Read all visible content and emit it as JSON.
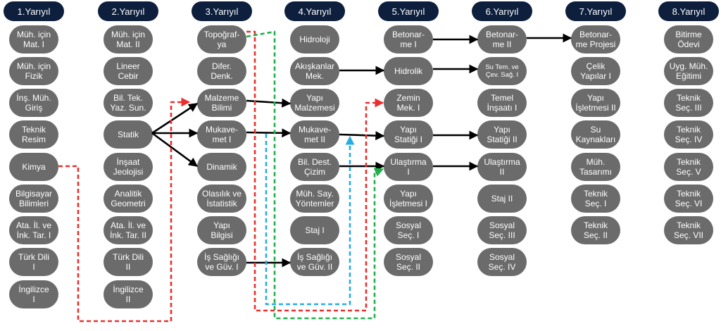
{
  "semesters": [
    {
      "title": "1.Yarıyıl",
      "courses": [
        {
          "label": "Müh. için\nMat. I",
          "row": 0
        },
        {
          "label": "Müh. için\nFizik",
          "row": 1
        },
        {
          "label": "İnş. Müh.\nGiriş",
          "row": 2
        },
        {
          "label": "Teknik\nResim",
          "row": 3
        },
        {
          "label": "Kimya",
          "row": 4
        },
        {
          "label": "Bilgisayar\nBilimleri",
          "row": 5
        },
        {
          "label": "Ata. İl. ve\nİnk. Tar. I",
          "row": 6
        },
        {
          "label": "Türk Dili\nI",
          "row": 7
        },
        {
          "label": "İngilizce\nI",
          "row": 8
        }
      ]
    },
    {
      "title": "2.Yarıyıl",
      "courses": [
        {
          "label": "Müh. için\nMat. II",
          "row": 0
        },
        {
          "label": "Lineer\nCebir",
          "row": 1
        },
        {
          "label": "Bil. Tek.\nYaz. Sun.",
          "row": 2
        },
        {
          "label": "Statik",
          "row": 3
        },
        {
          "label": "İnşaat\nJeolojisi",
          "row": 4
        },
        {
          "label": "Analitik\nGeometri",
          "row": 5
        },
        {
          "label": "Ata. İl. ve\nİnk. Tar. II",
          "row": 6
        },
        {
          "label": "Türk Dili\nII",
          "row": 7
        },
        {
          "label": "İngilizce\nII",
          "row": 8
        }
      ]
    },
    {
      "title": "3.Yarıyıl",
      "courses": [
        {
          "label": "Topoğraf-\nya",
          "row": 0
        },
        {
          "label": "Difer.\nDenk.",
          "row": 1
        },
        {
          "label": "Malzeme\nBilimi",
          "row": 2
        },
        {
          "label": "Mukave-\nmet I",
          "row": 3
        },
        {
          "label": "Dinamik",
          "row": 4
        },
        {
          "label": "Olasılık ve\nİstatistik",
          "row": 5
        },
        {
          "label": "Yapı\nBilgisi",
          "row": 6
        },
        {
          "label": "İş Sağlığı\nve Güv. I",
          "row": 7
        }
      ]
    },
    {
      "title": "4.Yarıyıl",
      "courses": [
        {
          "label": "Hidroloji",
          "row": 0
        },
        {
          "label": "Akışkanlar\nMek.",
          "row": 1
        },
        {
          "label": "Yapı\nMalzemesi",
          "row": 2
        },
        {
          "label": "Mukave-\nmet II",
          "row": 3
        },
        {
          "label": "Bil. Dest.\nÇizim",
          "row": 4
        },
        {
          "label": "Müh. Say.\nYöntemler",
          "row": 5
        },
        {
          "label": "Staj I",
          "row": 6
        },
        {
          "label": "İş Sağlığı\nve Güv. II",
          "row": 7
        }
      ]
    },
    {
      "title": "5.Yarıyıl",
      "courses": [
        {
          "label": "Betonar-\nme I",
          "row": 0
        },
        {
          "label": "Hidrolik",
          "row": 1
        },
        {
          "label": "Zemin\nMek. I",
          "row": 2
        },
        {
          "label": "Yapı\nStatiği I",
          "row": 3
        },
        {
          "label": "Ulaştırma\nI",
          "row": 4
        },
        {
          "label": "Yapı\nİşletmesi I",
          "row": 5
        },
        {
          "label": "Sosyal\nSeç. I",
          "row": 6
        },
        {
          "label": "Sosyal\nSeç. II",
          "row": 7
        }
      ]
    },
    {
      "title": "6.Yarıyıl",
      "courses": [
        {
          "label": "Betonar-\nme II",
          "row": 0
        },
        {
          "label": "Su Tem. ve\nÇev. Sağ. I",
          "row": 1,
          "small": true
        },
        {
          "label": "Temel\nİnşaatı I",
          "row": 2
        },
        {
          "label": "Yapı\nStatiği II",
          "row": 3
        },
        {
          "label": "Ulaştırma\nII",
          "row": 4
        },
        {
          "label": "Staj II",
          "row": 5
        },
        {
          "label": "Sosyal\nSeç. III",
          "row": 6
        },
        {
          "label": "Sosyal\nSeç. IV",
          "row": 7
        }
      ]
    },
    {
      "title": "7.Yarıyıl",
      "courses": [
        {
          "label": "Betonar-\nme Projesi",
          "row": 0
        },
        {
          "label": "Çelik\nYapılar I",
          "row": 1
        },
        {
          "label": "Yapı\nİşletmesi II",
          "row": 2
        },
        {
          "label": "Su\nKaynakları",
          "row": 3
        },
        {
          "label": "Müh.\nTasarımı",
          "row": 4
        },
        {
          "label": "Teknik\nSeç. I",
          "row": 5
        },
        {
          "label": "Teknik\nSeç. II",
          "row": 6
        }
      ]
    },
    {
      "title": "8.Yarıyıl",
      "courses": [
        {
          "label": "Bitirme\nÖdevi",
          "row": 0
        },
        {
          "label": "Uyg. Müh.\nEğitimi",
          "row": 1
        },
        {
          "label": "Teknik\nSeç. III",
          "row": 2
        },
        {
          "label": "Teknik\nSeç. IV",
          "row": 3
        },
        {
          "label": "Teknik\nSeç. V",
          "row": 4
        },
        {
          "label": "Teknik\nSeç. VI",
          "row": 5
        },
        {
          "label": "Teknik\nSeç. VII",
          "row": 6
        }
      ]
    }
  ],
  "prerequisites": [
    {
      "from": "Statik",
      "to": "Malzeme Bilimi",
      "style": "solid"
    },
    {
      "from": "Statik",
      "to": "Mukavemet I",
      "style": "solid"
    },
    {
      "from": "Statik",
      "to": "Dinamik",
      "style": "solid"
    },
    {
      "from": "Malzeme Bilimi",
      "to": "Yapı Malzemesi",
      "style": "solid"
    },
    {
      "from": "Mukavemet I",
      "to": "Mukavemet II",
      "style": "solid"
    },
    {
      "from": "İş Sağlığı ve Güv. I",
      "to": "İş Sağlığı ve Güv. II",
      "style": "solid"
    },
    {
      "from": "Akışkanlar Mek.",
      "to": "Hidrolik",
      "style": "solid"
    },
    {
      "from": "Mukavemet II",
      "to": "Yapı Statiği I",
      "style": "solid"
    },
    {
      "from": "Bil. Dest. Çizim",
      "to": "Ulaştırma I",
      "style": "solid"
    },
    {
      "from": "Betonarme I",
      "to": "Betonarme II",
      "style": "solid"
    },
    {
      "from": "Hidrolik",
      "to": "Su Tem. ve Çev. Sağ. I",
      "style": "solid"
    },
    {
      "from": "Yapı Statiği I",
      "to": "Yapı Statiği II",
      "style": "solid"
    },
    {
      "from": "Ulaştırma I",
      "to": "Ulaştırma II",
      "style": "solid"
    },
    {
      "from": "Betonarme II",
      "to": "Betonarme Projesi",
      "style": "solid"
    },
    {
      "from": "Kimya",
      "to": "Malzeme Bilimi",
      "style": "dashed-red"
    },
    {
      "from": "Topoğrafya",
      "to": "Zemin Mek. I",
      "style": "dashed-red"
    },
    {
      "from": "Mukavemet I",
      "to": "Mukavemet II",
      "style": "dashed-blue"
    },
    {
      "from": "Topoğrafya",
      "to": "Ulaştırma I",
      "style": "dashed-green"
    }
  ],
  "colors": {
    "header_bg": "#0d1f3c",
    "node_bg": "#6b6b6b",
    "text": "#ffffff",
    "solid_arrow": "#000000",
    "dashed_red": "#e8302e",
    "dashed_blue": "#29abe2",
    "dashed_green": "#1fb04a"
  }
}
